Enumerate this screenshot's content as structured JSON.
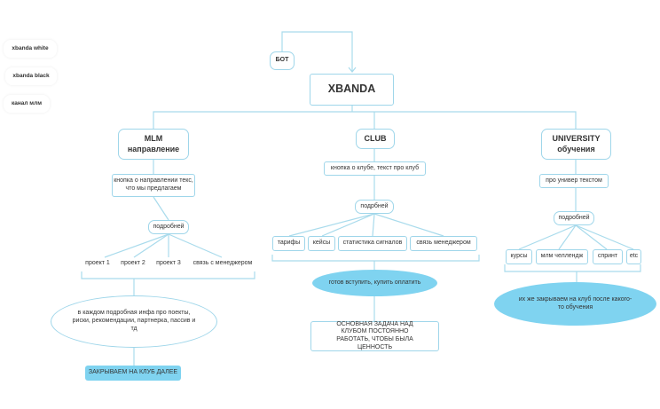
{
  "sidebar": {
    "items": [
      "xbanda white",
      "xbanda black",
      "канал млм"
    ]
  },
  "top": {
    "bot": "БОТ",
    "root": "XBANDA"
  },
  "mlm": {
    "title_line1": "MLM",
    "title_line2": "направление",
    "desc": "кнопка о направлении текс, что мы предлагаем",
    "more": "подробней",
    "children": [
      "проект 1",
      "проект 2",
      "проект 3",
      "связь с менеджером"
    ],
    "ellipse": "в каждом подробная инфа про поекты, риски, рекомендации, партнерка, пассив и тд",
    "cta": "ЗАКРЫВАЕМ НА КЛУБ ДАЛЕЕ"
  },
  "club": {
    "title": "CLUB",
    "desc": "кнопка о клубе, текст про клуб",
    "more": "подрбней",
    "children": [
      "тарифы",
      "кейсы",
      "статистика сигналов",
      "связь менеджером"
    ],
    "ellipse": "готов вступить, купить оплатить",
    "note": "ОСНОВНАЯ ЗАДАЧА НАД КЛУБОМ ПОСТОЯННО РАБОТАТЬ, ЧТОБЫ БЫЛА ЦЕННОСТЬ"
  },
  "university": {
    "title_line1": "UNIVERSITY",
    "title_line2": "обучения",
    "desc": "про универ текстом",
    "more": "подробней",
    "children": [
      "курсы",
      "млм челлендж",
      "спринт",
      "etc"
    ],
    "ellipse": "их же закрываем на клуб после какого-то обучения"
  },
  "colors": {
    "line": "#a9dbec",
    "accent": "#7fd3f0",
    "border": "#9fd6ea"
  }
}
